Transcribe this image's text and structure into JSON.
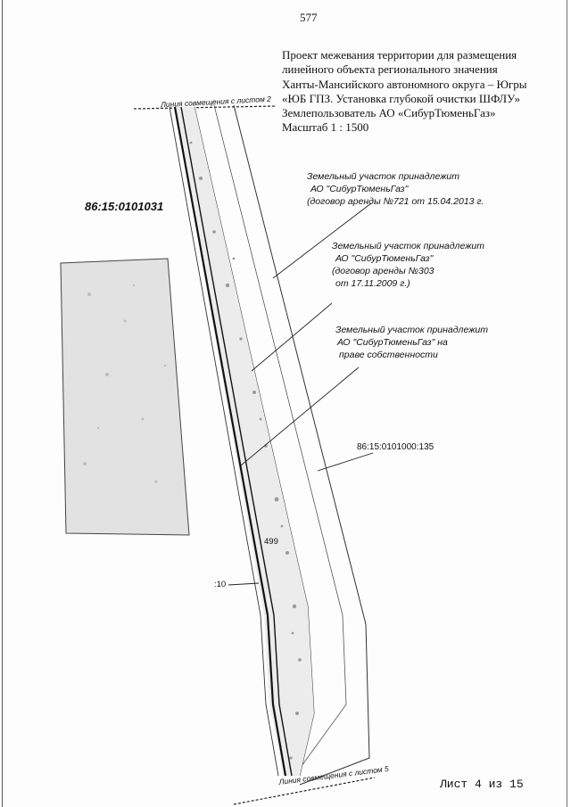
{
  "page_number": "577",
  "title_lines": [
    "Проект межевания территории для размещения",
    "линейного объекта регионального значения",
    "Ханты-Мансийского автономного округа – Югры",
    "«ЮБ ГПЗ. Установка глубокой очистки ШФЛУ»",
    "Землепользователь АО «СибурТюменьГаз»",
    "Масштаб 1 : 1500"
  ],
  "join_line_top": "Линия совмещения с листом 2",
  "join_line_bottom": "Линия совмещения с листом 5",
  "cadastral_block": "86:15:0101031",
  "parcel_135": "86:15:0101000:135",
  "label_10": ":10",
  "label_499": "499",
  "notes": [
    {
      "lines": [
        "Земельный участок принадлежит",
        "АО \"СибурТюменьГаз\"",
        "(договор аренды №721 от 15.04.2013 г."
      ]
    },
    {
      "lines": [
        "Земельный участок принадлежит",
        "АО \"СибурТюменьГаз\"",
        "(договор аренды  №303",
        "от 17.11.2009 г.)"
      ]
    },
    {
      "lines": [
        "Земельный участок принадлежит",
        "АО \"СибурТюменьГаз\" на",
        "праве собственности"
      ]
    }
  ],
  "footer": "Лист 4 из 15"
}
